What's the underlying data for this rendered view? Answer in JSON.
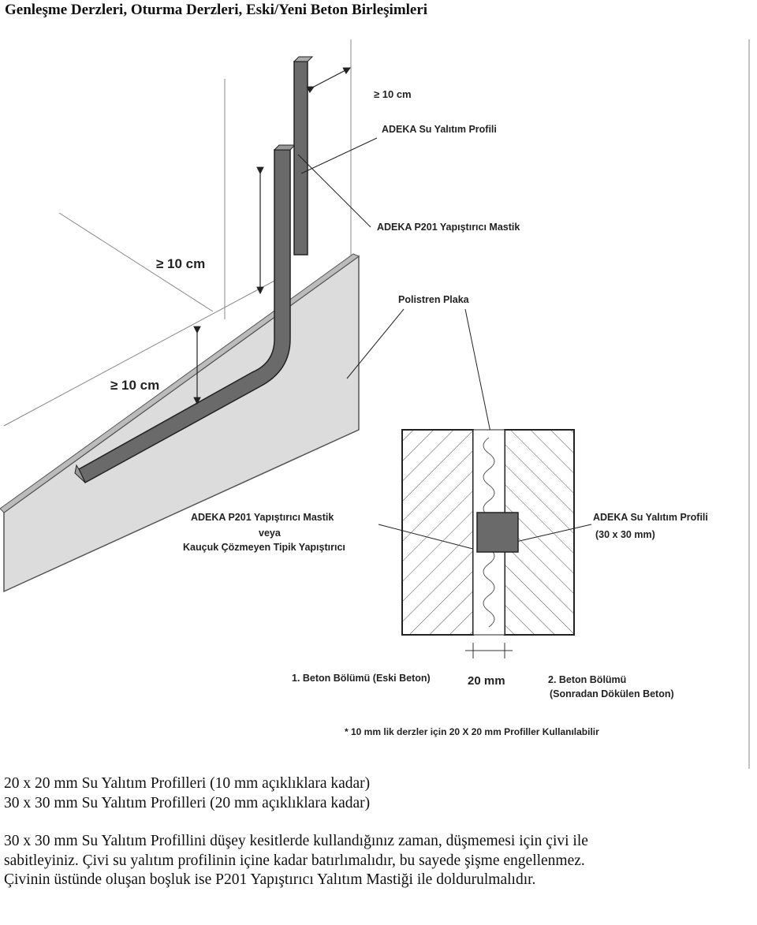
{
  "title": "Genleşme Derzleri, Oturma Derzleri, Eski/Yeni Beton Birleşimleri",
  "diagram": {
    "labels": {
      "min_top": "≥ 10 cm",
      "profile_top": "ADEKA Su Yalıtım Profili",
      "mastic_top": "ADEKA P201 Yapıştırıcı Mastik",
      "min_mid": "≥ 10 cm",
      "polystyrene": "Polistren Plaka",
      "min_low": "≥ 10 cm",
      "mastic_bottom_1": "ADEKA P201 Yapıştırıcı Mastik",
      "mastic_bottom_2": "veya",
      "mastic_bottom_3": "Kauçuk Çözmeyen Tipik Yapıştırıcı",
      "profile_section_1": "ADEKA Su Yalıtım Profili",
      "profile_section_2": "(30 x 30 mm)",
      "section_1": "1. Beton Bölümü (Eski Beton)",
      "gap": "20 mm",
      "section_2_1": "2. Beton Bölümü",
      "section_2_2": "(Sonradan Dökülen Beton)",
      "footnote": "* 10 mm lik derzler için 20 X 20 mm Profiller Kullanılabilir"
    }
  },
  "notes": {
    "line1": "20 x 20 mm Su Yalıtım Profilleri (10 mm açıklıklara kadar)",
    "line2": "30 x 30 mm Su Yalıtım Profilleri (20 mm açıklıklara kadar)",
    "para_line1": "30 x 30 mm Su Yalıtım Profillini düşey kesitlerde kullandığınız zaman, düşmemesi için çivi ile",
    "para_line2": "sabitleyiniz. Çivi su yalıtım profilinin içine kadar batırlımalıdır, bu sayede şişme engellenmez.",
    "para_line3": "Çivinin üstünde oluşan boşluk ise P201 Yapıştırıcı Yalıtım Mastiği ile doldurulmalıdır."
  }
}
